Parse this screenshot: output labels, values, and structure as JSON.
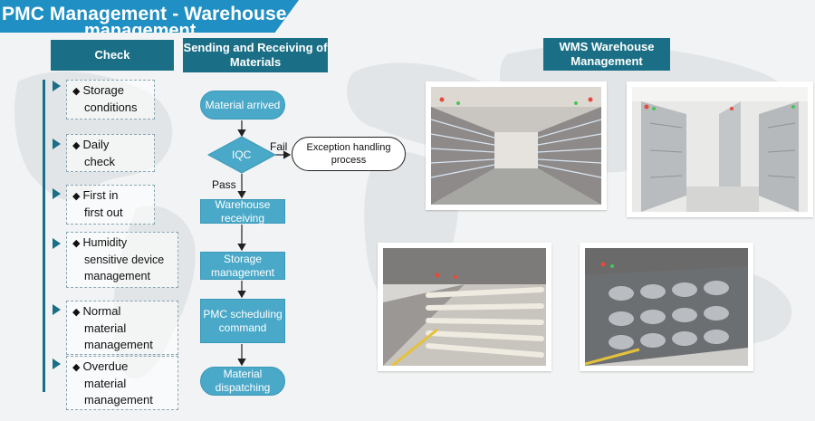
{
  "title": {
    "main": "PMC Management - Warehouse",
    "wrapped": "management"
  },
  "headers": {
    "check": "Check",
    "sending": "Sending and Receiving of Materials",
    "wms": "WMS Warehouse Management"
  },
  "check_items": [
    {
      "line1": "Storage",
      "line2": "conditions"
    },
    {
      "line1": "Daily",
      "line2": "check"
    },
    {
      "line1": "First in",
      "line2": "first out"
    },
    {
      "line1": "Humidity",
      "line2": "sensitive device",
      "line3": "management"
    },
    {
      "line1": "Normal",
      "line2": "material",
      "line3": "management"
    },
    {
      "line1": "Overdue",
      "line2": "material",
      "line3": "management"
    }
  ],
  "flow": {
    "arrived": "Material arrived",
    "iqc": "IQC",
    "fail": "Fail",
    "pass": "Pass",
    "exception": "Exception handling process",
    "receiving": "Warehouse receiving",
    "storage": "Storage management",
    "pmc": "PMC scheduling command",
    "dispatching": "Material dispatching"
  },
  "colors": {
    "banner": "#1f8fc4",
    "header": "#1a6f86",
    "flow_box": "#4aa8c8"
  }
}
